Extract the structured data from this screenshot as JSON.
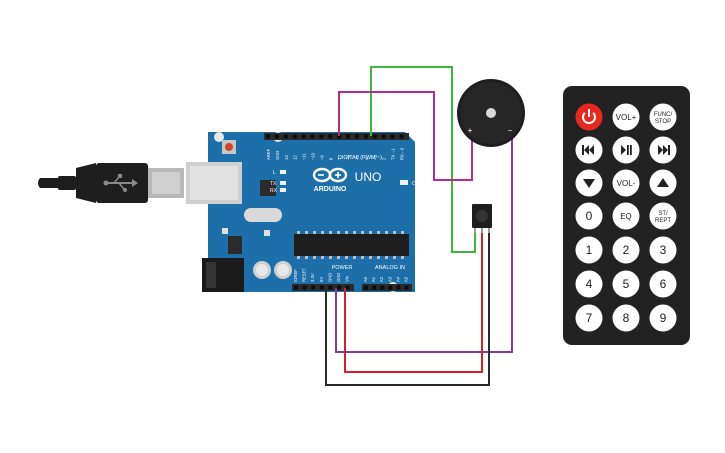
{
  "board": {
    "logo_text": "ARDUINO",
    "model": "UNO",
    "header_digital": "DIGITAL (PWM ~)",
    "header_power": "POWER",
    "header_analog": "ANALOG IN",
    "on_label": "ON",
    "l_label": "L",
    "tx_label": "TX",
    "rx_label": "RX",
    "digital_pins": [
      "AREF",
      "GND",
      "13",
      "12",
      "~11",
      "~10",
      "~9",
      "8",
      "7",
      "~6",
      "~5",
      "4",
      "~3",
      "2",
      "TX→1",
      "RX←0"
    ],
    "power_pins": [
      "IOREF",
      "RESET",
      "3.3V",
      "5V",
      "GND",
      "GND",
      "Vin"
    ],
    "analog_pins": [
      "A0",
      "A1",
      "A2",
      "A3",
      "A4",
      "A5"
    ]
  },
  "buzzer": {
    "plus_label": "+",
    "minus_label": "−"
  },
  "remote": {
    "buttons": [
      {
        "label": "",
        "icon": "power-icon",
        "color": "#e8271f"
      },
      {
        "label": "VOL+"
      },
      {
        "label": "FUNC/",
        "label2": "STOP"
      },
      {
        "label": "",
        "icon": "rewind-icon"
      },
      {
        "label": "",
        "icon": "play-pause-icon"
      },
      {
        "label": "",
        "icon": "fast-forward-icon"
      },
      {
        "label": "",
        "icon": "down-arrow-icon"
      },
      {
        "label": "VOL-"
      },
      {
        "label": "",
        "icon": "up-arrow-icon"
      },
      {
        "label": "0"
      },
      {
        "label": "EQ"
      },
      {
        "label": "ST/",
        "label2": "REPT"
      },
      {
        "label": "1"
      },
      {
        "label": "2"
      },
      {
        "label": "3"
      },
      {
        "label": "4"
      },
      {
        "label": "5"
      },
      {
        "label": "6"
      },
      {
        "label": "7"
      },
      {
        "label": "8"
      },
      {
        "label": "9"
      }
    ]
  },
  "wire_colors": {
    "green": "#3cb93c",
    "magenta": "#b52d8f",
    "red": "#d6202a",
    "black": "#2a2a2a",
    "purple": "#7b3fa0"
  },
  "colors": {
    "board": "#1c6fa8",
    "board_dark": "#155a89",
    "header": "#2b2b2b",
    "remote_body": "#222222",
    "usb_plug": "#1e1e1e"
  }
}
